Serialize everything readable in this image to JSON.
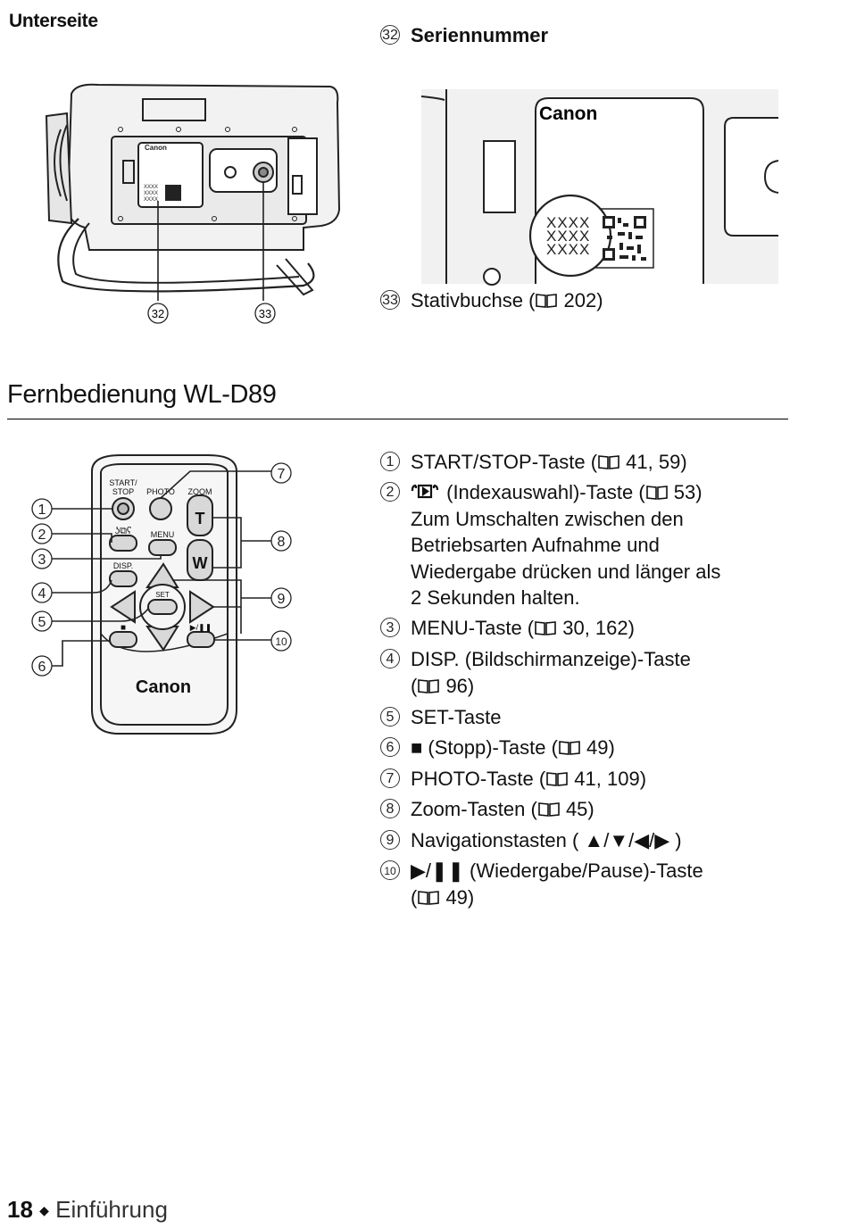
{
  "subheading": "Unterseite",
  "camera_callouts": [
    "32",
    "33"
  ],
  "serial_label": "Seriennummer",
  "serial_num": "32",
  "serial_closeup": {
    "brand": "Canon",
    "code_lines": [
      "XXXX",
      "XXXX",
      "XXXX"
    ]
  },
  "tripod": {
    "num": "33",
    "label": "Stativbuchse (",
    "ref": " 202)"
  },
  "section_title": "Fernbedienung WL-D89",
  "remote": {
    "brand": "Canon",
    "button_labels": {
      "start_stop": "START/\nSTOP",
      "photo": "PHOTO",
      "zoom": "ZOOM",
      "menu": "MENU",
      "disp": "DISP.",
      "set": "SET",
      "tele": "T",
      "wide": "W"
    },
    "callouts_left": [
      "1",
      "2",
      "3",
      "4",
      "5",
      "6"
    ],
    "callouts_right": [
      "7",
      "8",
      "9",
      "10"
    ]
  },
  "items": [
    {
      "num": "1",
      "lines": [
        [
          "START/STOP-Taste (",
          "book",
          " 41, 59)"
        ]
      ]
    },
    {
      "num": "2",
      "lines": [
        [
          "",
          "index-icon",
          " (Indexauswahl)-Taste (",
          "book",
          " 53)"
        ],
        [
          "Zum Umschalten zwischen den"
        ],
        [
          "Betriebsarten Aufnahme und"
        ],
        [
          "Wiedergabe drücken und länger als"
        ],
        [
          "2 Sekunden halten."
        ]
      ]
    },
    {
      "num": "3",
      "lines": [
        [
          "MENU-Taste (",
          "book",
          " 30, 162)"
        ]
      ]
    },
    {
      "num": "4",
      "lines": [
        [
          "DISP. (Bildschirmanzeige)-Taste"
        ],
        [
          "(",
          "book",
          " 96)"
        ]
      ]
    },
    {
      "num": "5",
      "lines": [
        [
          "SET-Taste"
        ]
      ]
    },
    {
      "num": "6",
      "lines": [
        [
          "■ (Stopp)-Taste (",
          "book",
          " 49)"
        ]
      ]
    },
    {
      "num": "7",
      "lines": [
        [
          "PHOTO-Taste (",
          "book",
          " 41, 109)"
        ]
      ]
    },
    {
      "num": "8",
      "lines": [
        [
          "Zoom-Tasten (",
          "book",
          " 45)"
        ]
      ]
    },
    {
      "num": "9",
      "lines": [
        [
          "Navigationstasten ( ▲/▼/◀/▶ )"
        ]
      ]
    },
    {
      "num": "10",
      "lines": [
        [
          "▶/❚❚ (Wiedergabe/Pause)-Taste"
        ],
        [
          "(",
          "book",
          " 49)"
        ]
      ]
    }
  ],
  "footer": {
    "page": "18",
    "separator": "◆",
    "section": "Einführung"
  }
}
